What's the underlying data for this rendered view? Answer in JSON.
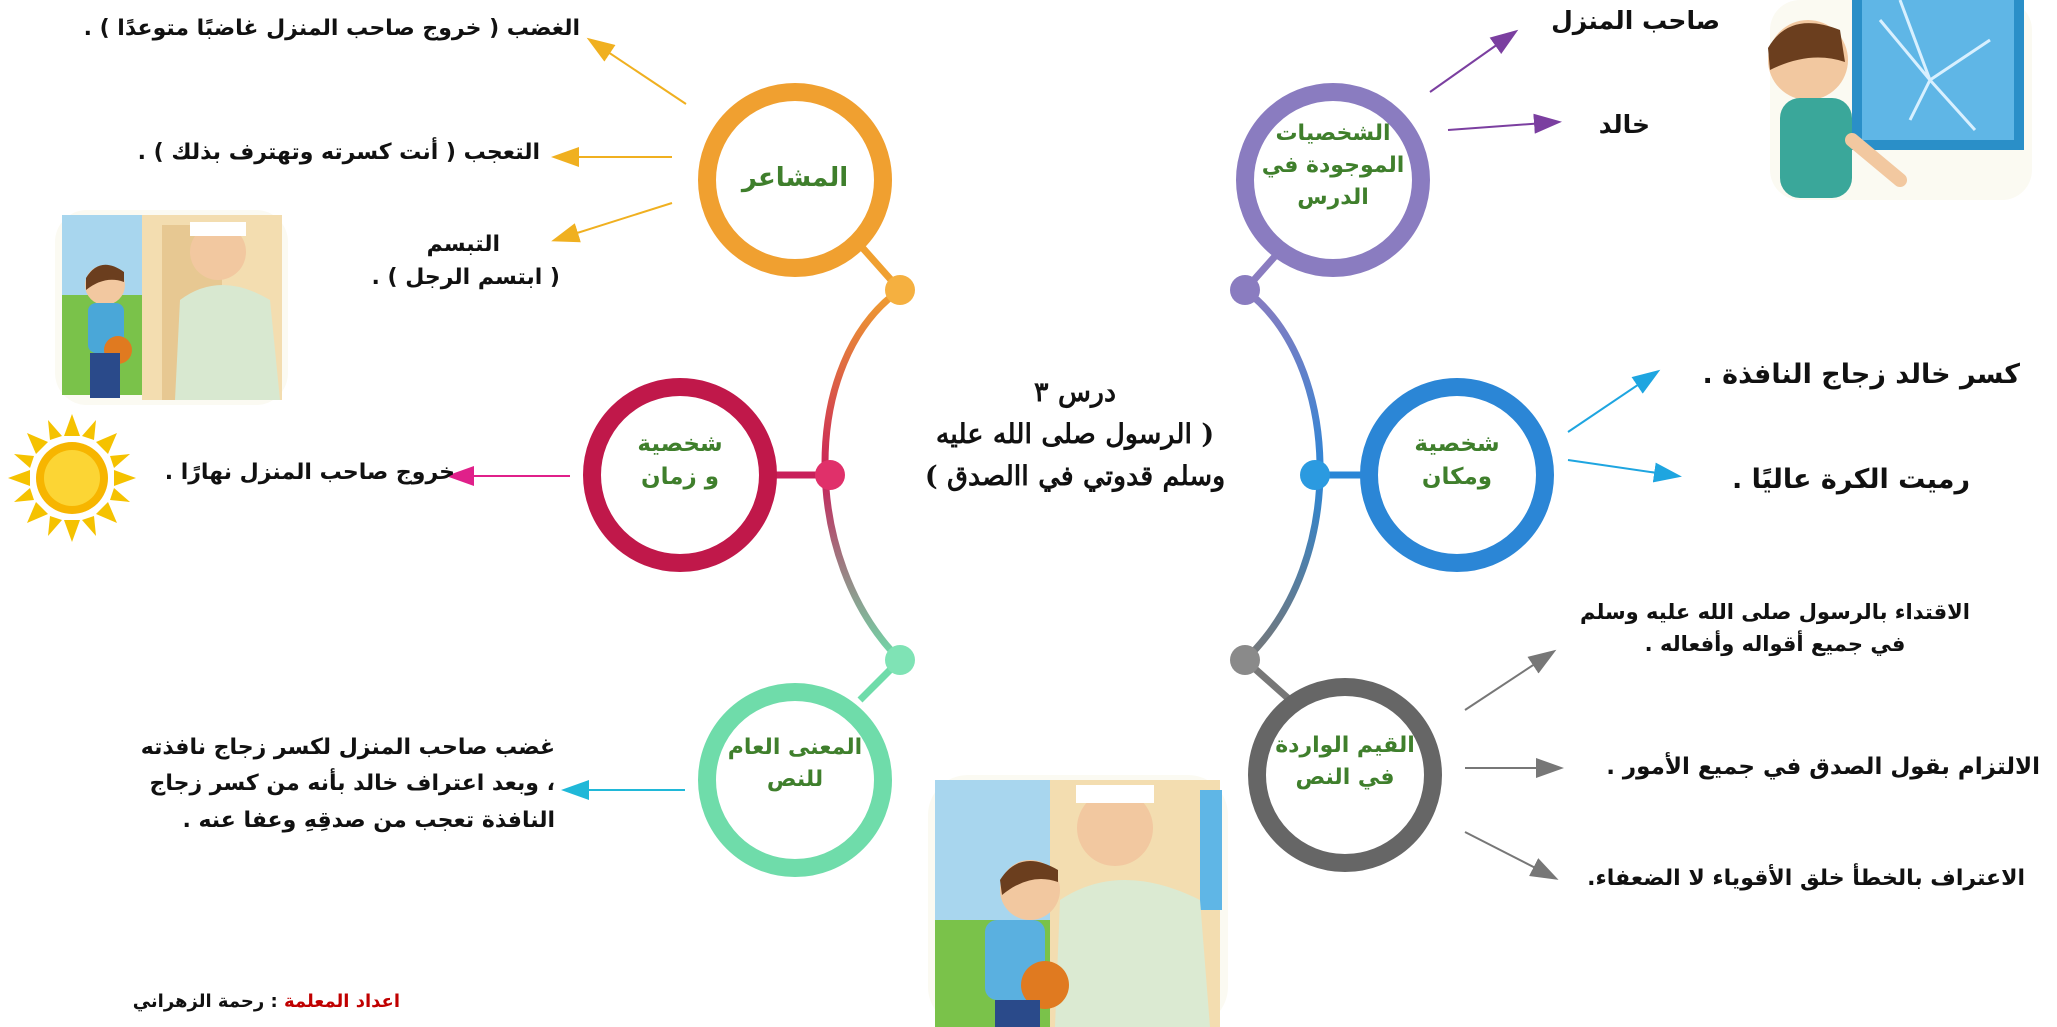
{
  "center": {
    "line1": "درس ٣",
    "line2": "( الرسول صلى الله عليه",
    "line3": "وسلم قدوتي في االصدق )"
  },
  "nodes": {
    "characters": "الشخصيات الموجودة في الدرس",
    "characters_lines": [
      "الشخصيات",
      "الموجودة في",
      "الدرس"
    ],
    "person_place": [
      "شخصية",
      "ومكان"
    ],
    "values": [
      "القيم الواردة",
      "في النص"
    ],
    "feelings": [
      "المشاعر"
    ],
    "person_time": [
      "شخصية",
      "و زمان"
    ],
    "meaning": [
      "المعنى العام",
      "للنص"
    ]
  },
  "characters_items": [
    "صاحب المنزل",
    "خالد"
  ],
  "person_place_items": [
    "كسر خالد زجاج النافذة .",
    "رميت الكرة عاليًا ."
  ],
  "values_items": {
    "v1_line1": "الاقتداء بالرسول صلى الله عليه وسلم",
    "v1_line2": "في جميع أقواله وأفعاله .",
    "v2": "الالتزام بقول الصدق في جميع الأمور .",
    "v3": "الاعتراف بالخطأ خلق الأقوياء لا الضعفاء."
  },
  "feelings_items": {
    "f1": "الغضب ( خروج صاحب المنزل غاضبًا متوعدًا )  .",
    "f2": "التعجب ( أنت كسرته وتهترف بذلك )   .",
    "f3_line1": "التبسم",
    "f3_line2": "( ابتسم الرجل  )  ."
  },
  "person_time_item": "خروج صاحب المنزل نهارًا  .",
  "meaning_items": {
    "line1": "غضب صاحب المنزل لكسر زجاج نافذته",
    "line2": "، وبعد اعتراف خالد بأنه من كسر زجاج",
    "line3": "النافذة تعجب من صدقِهِ وعفا عنه  ."
  },
  "credit": {
    "label": "اعداد المعلمة",
    "sep": " : ",
    "name": "رحمة الزهراني"
  },
  "colors": {
    "purple": "#7b68b5",
    "blue": "#2b7fd4",
    "gray": "#6e6e6e",
    "orange": "#f0a030",
    "crimson": "#c0184a",
    "mint": "#5ed6a0",
    "label_green": "#3f7f2c",
    "credit_red": "#c00000"
  }
}
